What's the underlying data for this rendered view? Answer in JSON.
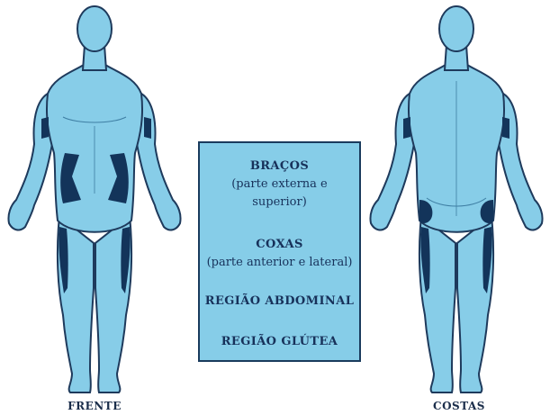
{
  "colors": {
    "body_fill": "#87cde8",
    "body_stroke": "#1e3a5c",
    "zone_fill": "#13345a",
    "box_fill": "#86cde8",
    "text": "#17315a"
  },
  "figures": {
    "front_label": "FRENTE",
    "back_label": "COSTAS"
  },
  "legend": {
    "items": [
      {
        "title": "BRAÇOS",
        "description": "(parte externa e superior)"
      },
      {
        "title": "COXAS",
        "description": "(parte anterior e lateral)"
      },
      {
        "title": "REGIÃO ABDOMINAL",
        "description": ""
      },
      {
        "title": "REGIÃO GLÚTEA",
        "description": ""
      }
    ]
  }
}
